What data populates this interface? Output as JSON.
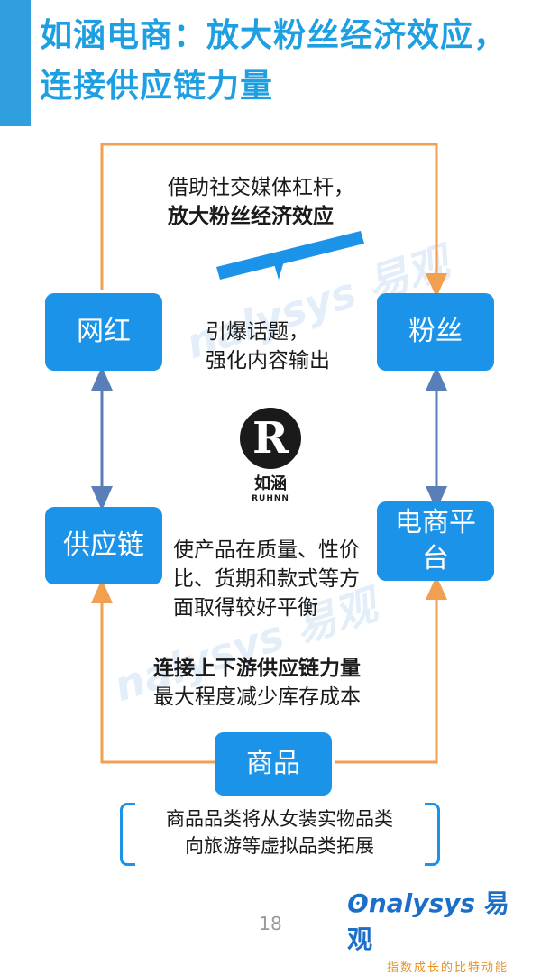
{
  "header": {
    "title": "如涵电商：放大粉丝经济效应，连接供应链力量"
  },
  "nodes": {
    "wanghong": "网红",
    "fensi": "粉丝",
    "gongyinglian": "供应链",
    "dianshang": "电商平台",
    "shangpin": "商品"
  },
  "notes": {
    "top_line1": "借助社交媒体杠杆，",
    "top_line2": "放大粉丝经济效应",
    "mid_line1": "引爆话题，",
    "mid_line2": "强化内容输出",
    "right_line1": "使产品在质量、性价",
    "right_line2": "比、货期和款式等方",
    "right_line3": "面取得较好平衡",
    "bottom_line1": "连接上下游供应链力量",
    "bottom_line2": "最大程度减少库存成本",
    "brace_line1": "商品品类将从女装实物品类",
    "brace_line2": "向旅游等虚拟品类拓展"
  },
  "logo": {
    "letter": "R",
    "name_cn": "如涵",
    "name_en": "RUHNN"
  },
  "footer": {
    "page_number": "18",
    "brand_en": "nalysys",
    "brand_cn": "易观",
    "slogan": "指数成长的比特动能"
  },
  "watermark": {
    "text_en": "nalysys",
    "text_cn": "易观"
  },
  "colors": {
    "accent_blue": "#1a93e8",
    "title_blue": "#1e9fe2",
    "arrow_orange": "#f0a050",
    "arrow_steel": "#5a7fb8",
    "brand_orange": "#e8911f"
  }
}
